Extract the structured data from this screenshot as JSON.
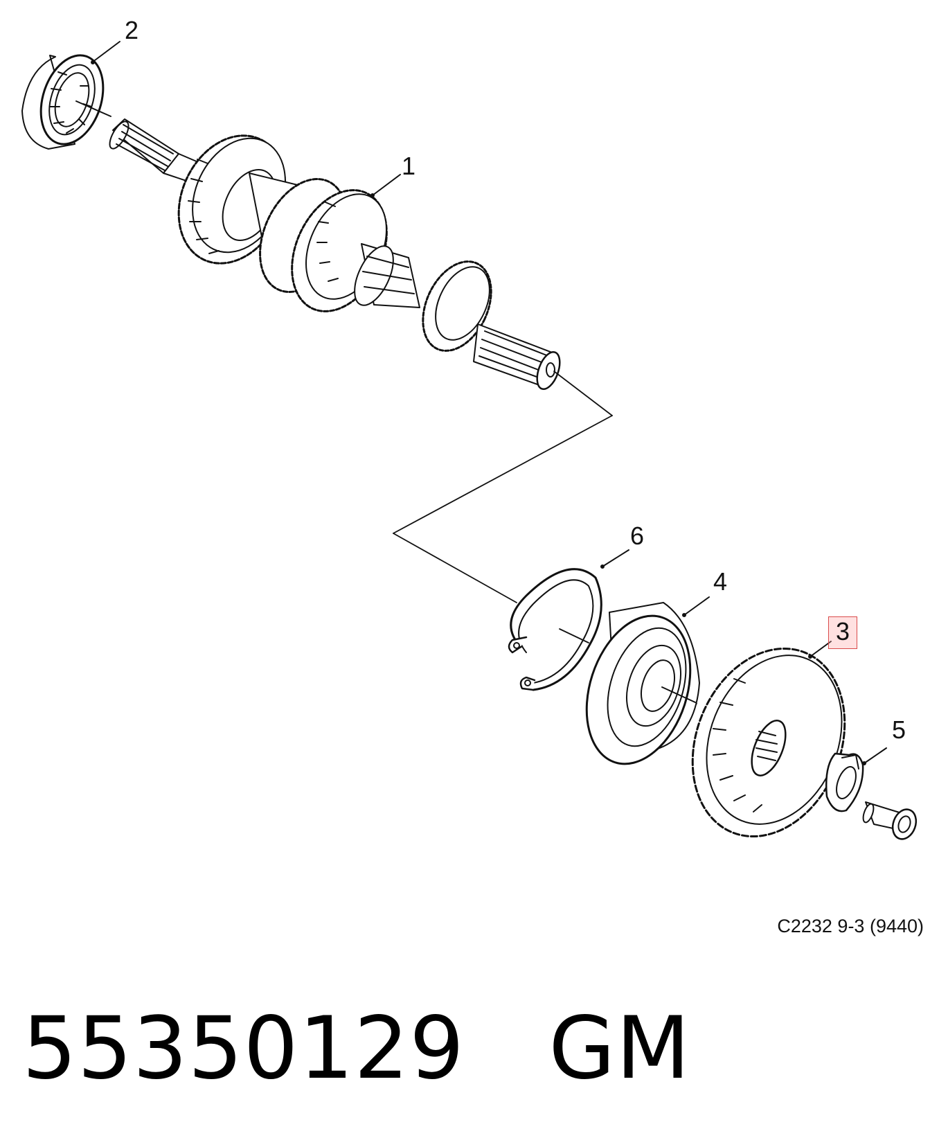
{
  "callouts": {
    "c1": "1",
    "c2": "2",
    "c3": "3",
    "c4": "4",
    "c5": "5",
    "c6": "6"
  },
  "diagram_ref": "C2232 9-3 (9440)",
  "caption": {
    "part_number": "55350129",
    "brand": "GM"
  },
  "highlight_color": "#d94a4a"
}
